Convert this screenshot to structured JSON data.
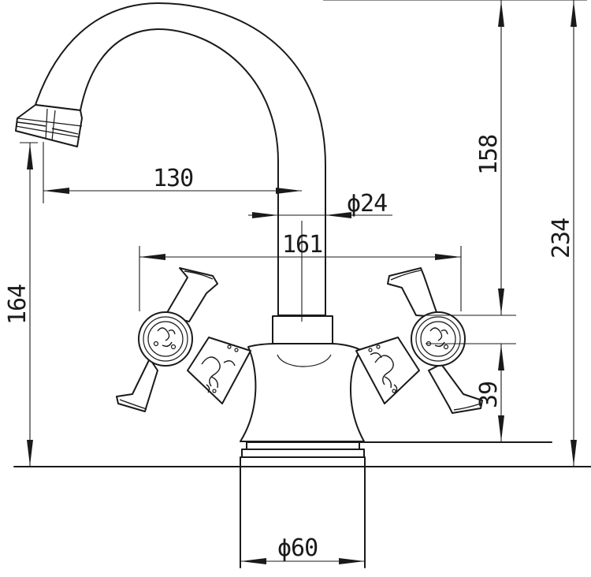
{
  "dimensions": {
    "spout_reach": "130",
    "spout_pipe_diameter": "ϕ24",
    "handle_span": "161",
    "spout_height": "158",
    "overall_height": "234",
    "outlet_height": "164",
    "handle_offset": "39",
    "base_diameter": "ϕ60"
  }
}
